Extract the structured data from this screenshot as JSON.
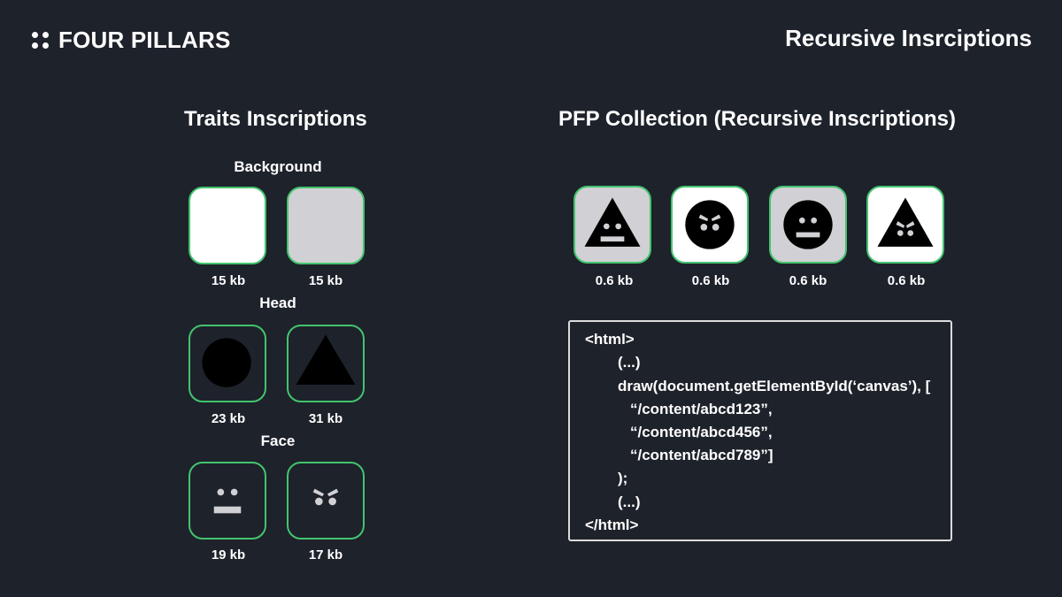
{
  "brand": {
    "name": "FOUR PILLARS"
  },
  "slide_title": "Recursive Insrciptions",
  "traits": {
    "title": "Traits Inscriptions",
    "groups": [
      {
        "label": "Background",
        "items": [
          {
            "icon": "white-background-swatch",
            "size": "15 kb"
          },
          {
            "icon": "gray-background-swatch",
            "size": "15 kb"
          }
        ]
      },
      {
        "label": "Head",
        "items": [
          {
            "icon": "circle-head-icon",
            "size": "23 kb"
          },
          {
            "icon": "triangle-head-icon",
            "size": "31 kb"
          }
        ]
      },
      {
        "label": "Face",
        "items": [
          {
            "icon": "neutral-face-icon",
            "size": "19 kb"
          },
          {
            "icon": "angry-face-icon",
            "size": "17 kb"
          }
        ]
      }
    ]
  },
  "pfp": {
    "title": "PFP Collection (Recursive Inscriptions)",
    "items": [
      {
        "icon": "gray-triangle-neutral-pfp",
        "size": "0.6 kb"
      },
      {
        "icon": "white-circle-angry-pfp",
        "size": "0.6 kb"
      },
      {
        "icon": "gray-circle-neutral-pfp",
        "size": "0.6 kb"
      },
      {
        "icon": "white-triangle-angry-pfp",
        "size": "0.6 kb"
      }
    ]
  },
  "code": {
    "lines": [
      "<html>",
      "(...)",
      "draw(document.getElementById(‘canvas’), [",
      "“/content/abcd123”,",
      "“/content/abcd456”,",
      "“/content/abcd789”]",
      ");",
      "(...)",
      "</html>"
    ]
  },
  "colors": {
    "background": "#1e222b",
    "tile_border": "#43c46e",
    "gray_swatch": "#d1d0d4",
    "code_border": "#dcdcdc"
  }
}
